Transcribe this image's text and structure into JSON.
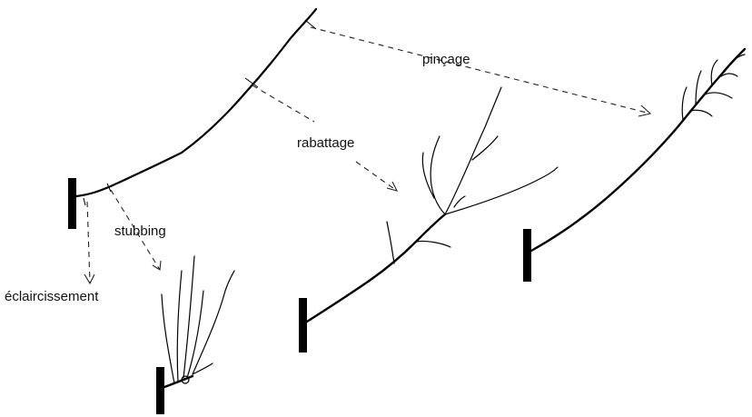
{
  "labels": {
    "pincage": "pinçage",
    "rabattage": "rabattage",
    "stubbing": "stubbing",
    "eclaircissement": "éclaircissement"
  },
  "colors": {
    "ink": "#000000",
    "background": "#ffffff"
  }
}
